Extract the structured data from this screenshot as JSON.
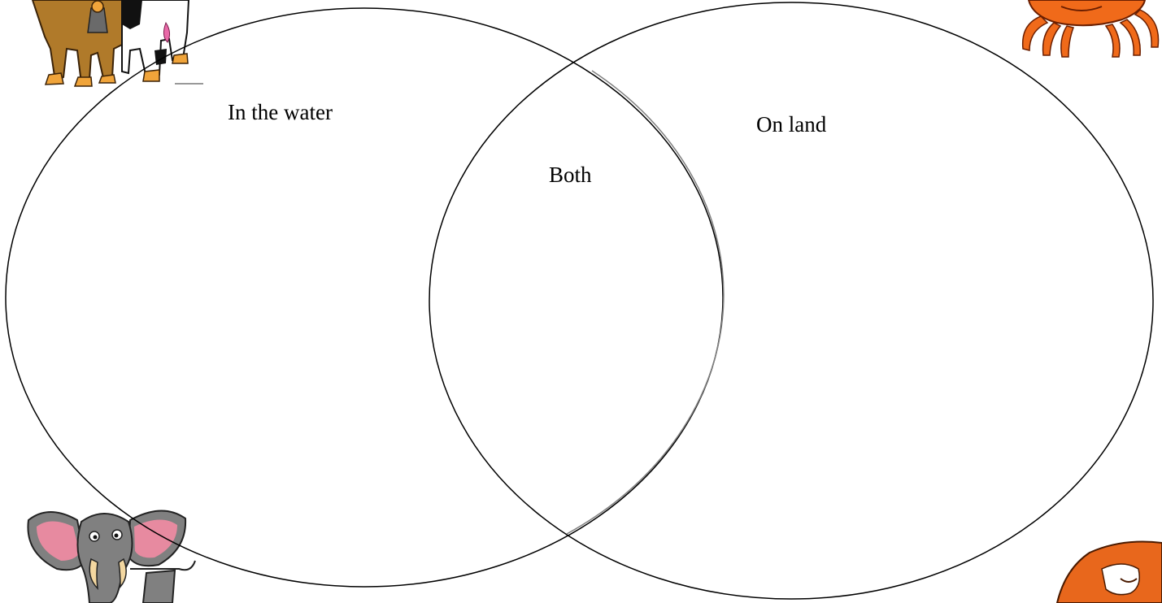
{
  "diagram": {
    "type": "venn",
    "left_set": {
      "label": "In the water"
    },
    "right_set": {
      "label": "On land"
    },
    "intersection": {
      "label": "Both"
    }
  },
  "clipart": [
    {
      "name": "cow",
      "corner": "top-left"
    },
    {
      "name": "crab",
      "corner": "top-right"
    },
    {
      "name": "elephant",
      "corner": "bottom-left"
    },
    {
      "name": "fox",
      "corner": "bottom-right"
    }
  ],
  "colors": {
    "background": "#ffffff",
    "outline": "#000000",
    "crab": "#f06a1a",
    "elephant": "#808080",
    "elephant_ear": "#e78aa0",
    "cow_brown": "#b07a2a",
    "fox": "#e8671c"
  }
}
